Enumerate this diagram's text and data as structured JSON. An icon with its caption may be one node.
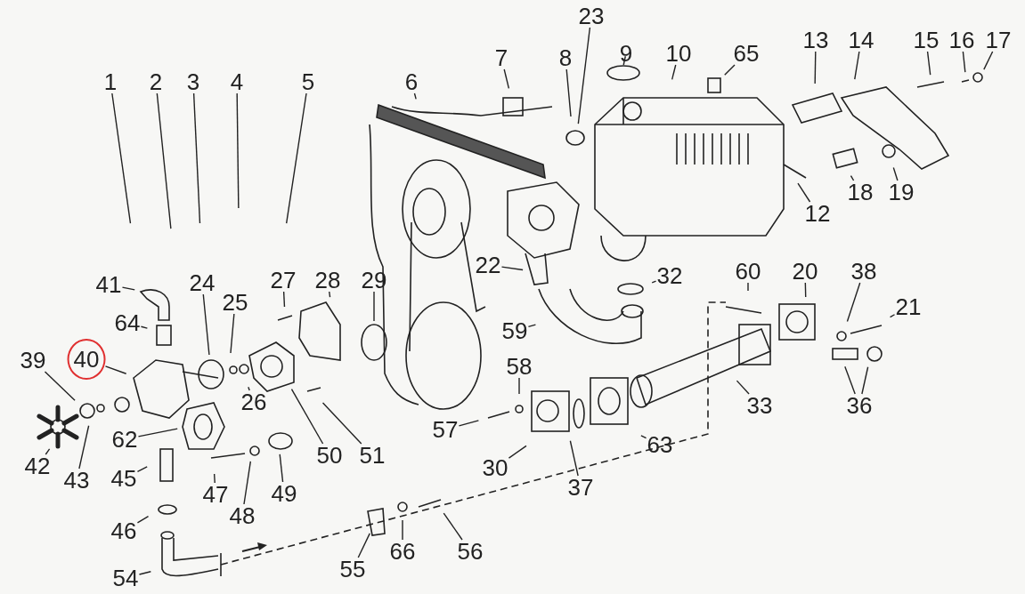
{
  "diagram": {
    "nodes": [
      {
        "text": [
          "23"
        ]
      },
      {
        "text": [
          "1"
        ]
      },
      {
        "text": [
          "2"
        ]
      },
      {
        "text": [
          "3"
        ]
      },
      {
        "text": [
          "4"
        ]
      },
      {
        "text": [
          "5"
        ]
      },
      {
        "text": [
          "6"
        ]
      },
      {
        "text": [
          "7"
        ]
      },
      {
        "text": [
          "8"
        ]
      },
      {
        "text": [
          "9"
        ]
      },
      {
        "text": [
          "10"
        ]
      },
      {
        "text": [
          "65"
        ]
      },
      {
        "text": [
          "13"
        ]
      },
      {
        "text": [
          "14"
        ]
      },
      {
        "text": [
          "15"
        ]
      },
      {
        "text": [
          "16"
        ]
      },
      {
        "text": [
          "17"
        ]
      },
      {
        "text": [
          "12"
        ]
      },
      {
        "text": [
          "18"
        ]
      },
      {
        "text": [
          "19"
        ]
      },
      {
        "text": [
          "22"
        ]
      },
      {
        "text": [
          "32"
        ]
      },
      {
        "text": [
          "60"
        ]
      },
      {
        "text": [
          "20"
        ]
      },
      {
        "text": [
          "38"
        ]
      },
      {
        "text": [
          "21"
        ]
      },
      {
        "text": [
          "41"
        ]
      },
      {
        "text": [
          "24"
        ]
      },
      {
        "text": [
          "27"
        ]
      },
      {
        "text": [
          "28"
        ]
      },
      {
        "text": [
          "29"
        ]
      },
      {
        "text": [
          "59"
        ]
      },
      {
        "text": [
          "25"
        ]
      },
      {
        "text": [
          "64"
        ]
      },
      {
        "text": [
          "39"
        ]
      },
      {
        "text": [
          "40"
        ]
      },
      {
        "text": [
          "26"
        ]
      },
      {
        "text": [
          "58"
        ]
      },
      {
        "text": [
          "33"
        ]
      },
      {
        "text": [
          "36"
        ]
      },
      {
        "text": [
          "57"
        ]
      },
      {
        "text": [
          "62"
        ]
      },
      {
        "text": [
          "63"
        ]
      },
      {
        "text": [
          "30"
        ]
      },
      {
        "text": [
          "37"
        ]
      },
      {
        "text": [
          "42"
        ]
      },
      {
        "text": [
          "43"
        ]
      },
      {
        "text": [
          "45"
        ]
      },
      {
        "text": [
          "47"
        ]
      },
      {
        "text": [
          "48"
        ]
      },
      {
        "text": [
          "49"
        ]
      },
      {
        "text": [
          "50"
        ]
      },
      {
        "text": [
          "51"
        ]
      },
      {
        "text": [
          "46"
        ]
      },
      {
        "text": [
          "55"
        ]
      },
      {
        "text": [
          "66"
        ]
      },
      {
        "text": [
          "56"
        ]
      },
      {
        "text": [
          "54"
        ]
      }
    ],
    "edges": [
      {
        "from": 0,
        "to": null,
        "arrow": "none"
      },
      {
        "from": 1,
        "to": null,
        "arrow": "none"
      },
      {
        "from": 2,
        "to": null,
        "arrow": "none"
      },
      {
        "from": 3,
        "to": null,
        "arrow": "none"
      },
      {
        "from": 4,
        "to": null,
        "arrow": "none"
      },
      {
        "from": 5,
        "to": null,
        "arrow": "none"
      },
      {
        "from": 6,
        "to": null,
        "arrow": "none"
      },
      {
        "from": 7,
        "to": null,
        "arrow": "none"
      },
      {
        "from": 8,
        "to": null,
        "arrow": "none"
      },
      {
        "from": 9,
        "to": null,
        "arrow": "none"
      },
      {
        "from": 10,
        "to": null,
        "arrow": "none"
      },
      {
        "from": 11,
        "to": null,
        "arrow": "none"
      },
      {
        "from": 12,
        "to": null,
        "arrow": "none"
      },
      {
        "from": 13,
        "to": null,
        "arrow": "none"
      },
      {
        "from": 14,
        "to": null,
        "arrow": "none"
      },
      {
        "from": 15,
        "to": null,
        "arrow": "none"
      },
      {
        "from": 16,
        "to": null,
        "arrow": "none"
      },
      {
        "from": 17,
        "to": null,
        "arrow": "none"
      },
      {
        "from": 18,
        "to": null,
        "arrow": "none"
      },
      {
        "from": 19,
        "to": null,
        "arrow": "none"
      },
      {
        "from": 20,
        "to": null,
        "arrow": "none"
      },
      {
        "from": 21,
        "to": null,
        "arrow": "none"
      },
      {
        "from": 22,
        "to": null,
        "arrow": "none"
      },
      {
        "from": 23,
        "to": null,
        "arrow": "none"
      },
      {
        "from": 24,
        "to": null,
        "arrow": "none"
      },
      {
        "from": 25,
        "to": null,
        "arrow": "none"
      },
      {
        "from": 26,
        "to": null,
        "arrow": "none"
      },
      {
        "from": 27,
        "to": null,
        "arrow": "none"
      },
      {
        "from": 28,
        "to": null,
        "arrow": "none"
      },
      {
        "from": 29,
        "to": null,
        "arrow": "none"
      },
      {
        "from": 30,
        "to": null,
        "arrow": "none"
      },
      {
        "from": 31,
        "to": null,
        "arrow": "none"
      },
      {
        "from": 32,
        "to": null,
        "arrow": "none"
      },
      {
        "from": 33,
        "to": null,
        "arrow": "none"
      },
      {
        "from": 34,
        "to": null,
        "arrow": "none"
      },
      {
        "from": 35,
        "to": null,
        "arrow": "none"
      },
      {
        "from": 36,
        "to": null,
        "arrow": "none"
      },
      {
        "from": 37,
        "to": null,
        "arrow": "none"
      },
      {
        "from": 38,
        "to": null,
        "arrow": "none"
      },
      {
        "from": 39,
        "to": null,
        "arrow": "none"
      },
      {
        "from": 39,
        "to": null,
        "arrow": "none"
      },
      {
        "from": 40,
        "to": null,
        "arrow": "none"
      },
      {
        "from": 41,
        "to": null,
        "arrow": "none"
      },
      {
        "from": 42,
        "to": null,
        "arrow": "none"
      },
      {
        "from": 43,
        "to": null,
        "arrow": "none"
      },
      {
        "from": 44,
        "to": null,
        "arrow": "none"
      },
      {
        "from": 45,
        "to": null,
        "arrow": "none"
      },
      {
        "from": 46,
        "to": null,
        "arrow": "none"
      },
      {
        "from": 47,
        "to": null,
        "arrow": "none"
      },
      {
        "from": 48,
        "to": null,
        "arrow": "none"
      },
      {
        "from": 49,
        "to": null,
        "arrow": "none"
      },
      {
        "from": 50,
        "to": null,
        "arrow": "none"
      },
      {
        "from": 51,
        "to": null,
        "arrow": "none"
      },
      {
        "from": 52,
        "to": null,
        "arrow": "none"
      },
      {
        "from": 53,
        "to": null,
        "arrow": "none"
      },
      {
        "from": 54,
        "to": null,
        "arrow": "none"
      },
      {
        "from": 55,
        "to": null,
        "arrow": "none"
      },
      {
        "from": 56,
        "to": null,
        "arrow": "none"
      },
      {
        "from": 57,
        "to": null,
        "arrow": "none"
      }
    ]
  }
}
